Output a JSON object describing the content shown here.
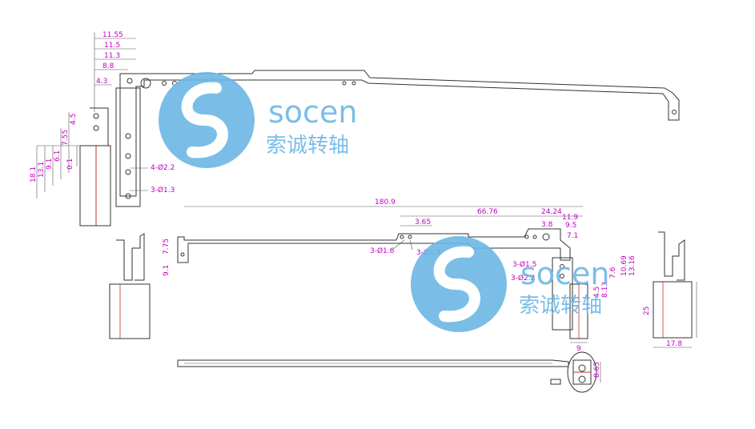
{
  "watermark": {
    "brand": "socen",
    "brand_cn": "索诚转轴",
    "color": "#6cb8e6"
  },
  "dimensions": {
    "top_left": {
      "w1": "11.55",
      "w2": "11.5",
      "w3": "11.3",
      "w4": "8.8",
      "w5": "4.3",
      "v1": "4.5",
      "v2": "7.55",
      "v3": "6.1",
      "v4": "9.1",
      "v5": "0.1",
      "v6": "13.1",
      "v7": "18.1",
      "hole1": "4-Ø2.2",
      "hole2": "3-Ø1.3"
    },
    "middle": {
      "overall": "180.9",
      "d1": "66.76",
      "d2": "24.24",
      "d3": "3.65",
      "d4": "11.9",
      "d5": "3.8",
      "d6": "9.5",
      "d7": "7.1",
      "left_v1": "7.75",
      "left_v2": "9.1",
      "hole_a": "3-Ø1.6",
      "hole_b": "3-Ø1.3",
      "hole_c": "3-Ø1.5",
      "hole_d": "3-Ø2.2",
      "r1": "10.69",
      "r2": "13.16",
      "r3": "7.6",
      "r4": "8.13",
      "r5": "4.5",
      "bottom": "9"
    },
    "right_side": {
      "height": "25",
      "width": "17.8"
    },
    "bottom_view": {
      "d1": "8.65"
    }
  }
}
